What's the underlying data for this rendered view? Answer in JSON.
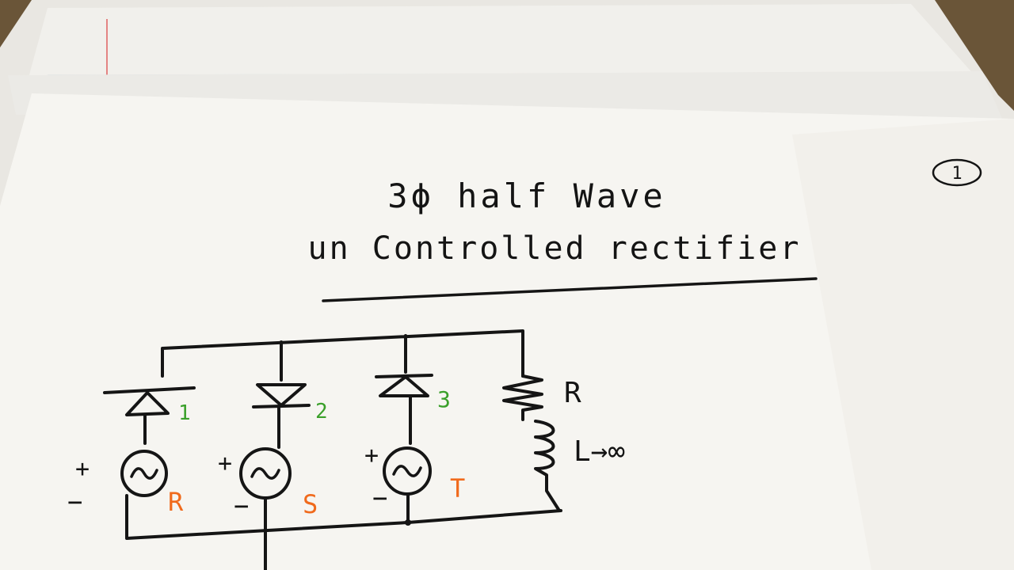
{
  "page": {
    "number": "1",
    "title_line1": "3ϕ half Wave",
    "title_line2": "un Controlled rectifier"
  },
  "circuit": {
    "diodes": [
      {
        "label": "1"
      },
      {
        "label": "2"
      },
      {
        "label": "3"
      }
    ],
    "sources": [
      {
        "label": "R",
        "plus": "+",
        "minus": "−"
      },
      {
        "label": "S",
        "plus": "+",
        "minus": "−"
      },
      {
        "label": "T",
        "plus": "+",
        "minus": "−"
      }
    ],
    "load": {
      "resistor_label": "R",
      "inductor_label": "L→∞"
    },
    "colors": {
      "ink": "#151515",
      "diode_label": "#3aa02a",
      "source_label": "#f06a1c",
      "paper": "#f4f3ef"
    }
  }
}
